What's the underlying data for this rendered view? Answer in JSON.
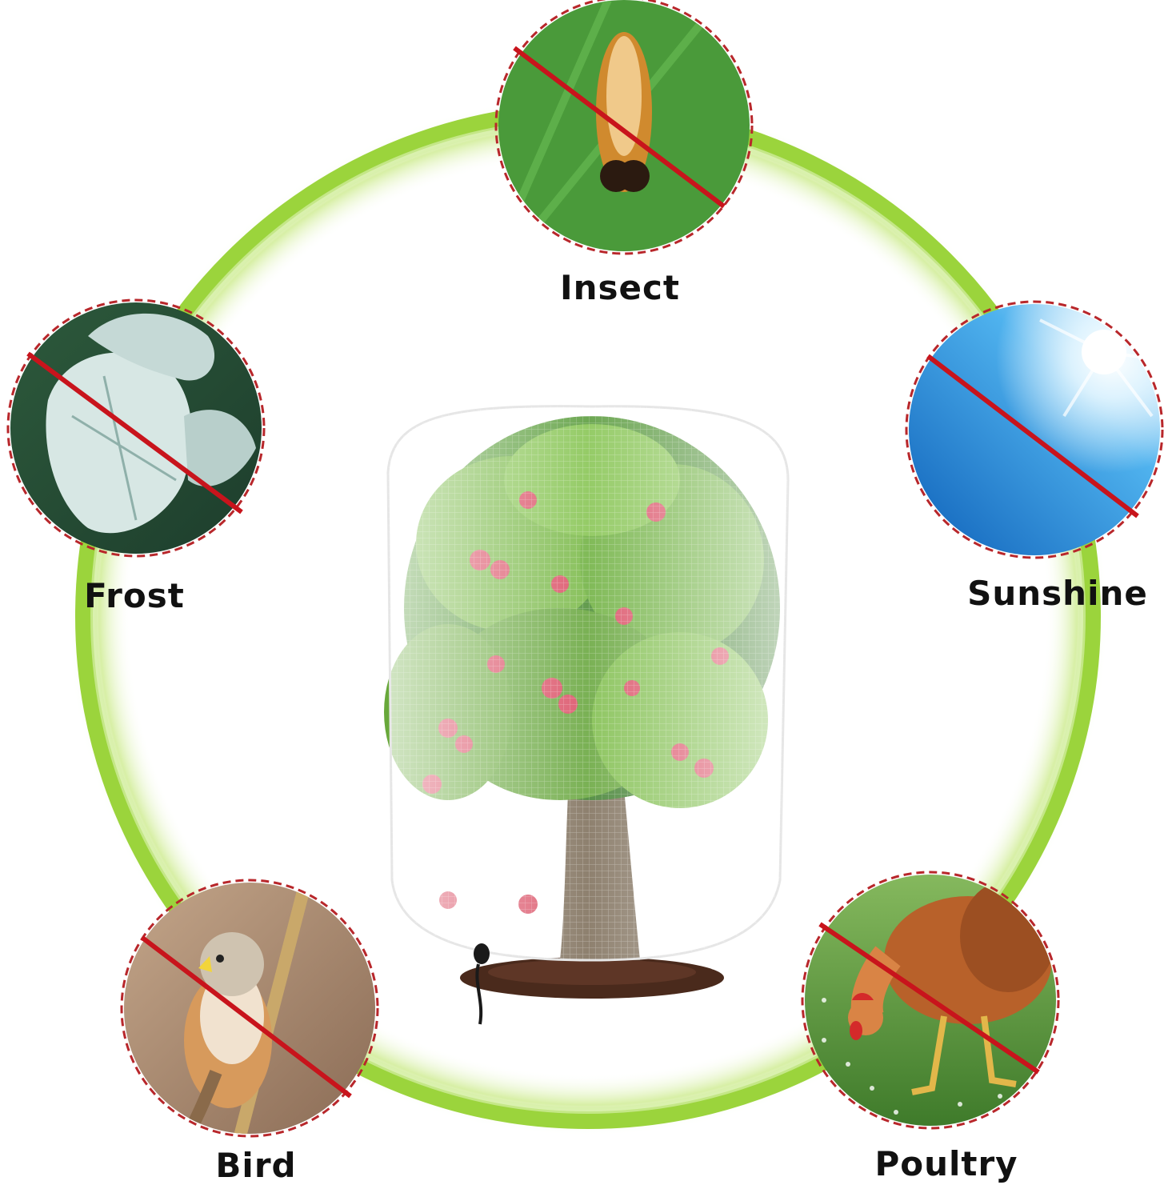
{
  "colors": {
    "ring": "#9bd43c",
    "ring_glow": "#cdeb8f",
    "dashed_border": "#b8272b",
    "slash": "#c8141c",
    "label": "#111111"
  },
  "threats": [
    {
      "label": "Insect",
      "icon": "caterpillar-icon"
    },
    {
      "label": "Frost",
      "icon": "frost-leaf-icon"
    },
    {
      "label": "Sunshine",
      "icon": "sun-icon"
    },
    {
      "label": "Bird",
      "icon": "bird-icon"
    },
    {
      "label": "Poultry",
      "icon": "chicken-icon"
    }
  ],
  "center": {
    "icon": "netted-fruit-tree-icon"
  }
}
